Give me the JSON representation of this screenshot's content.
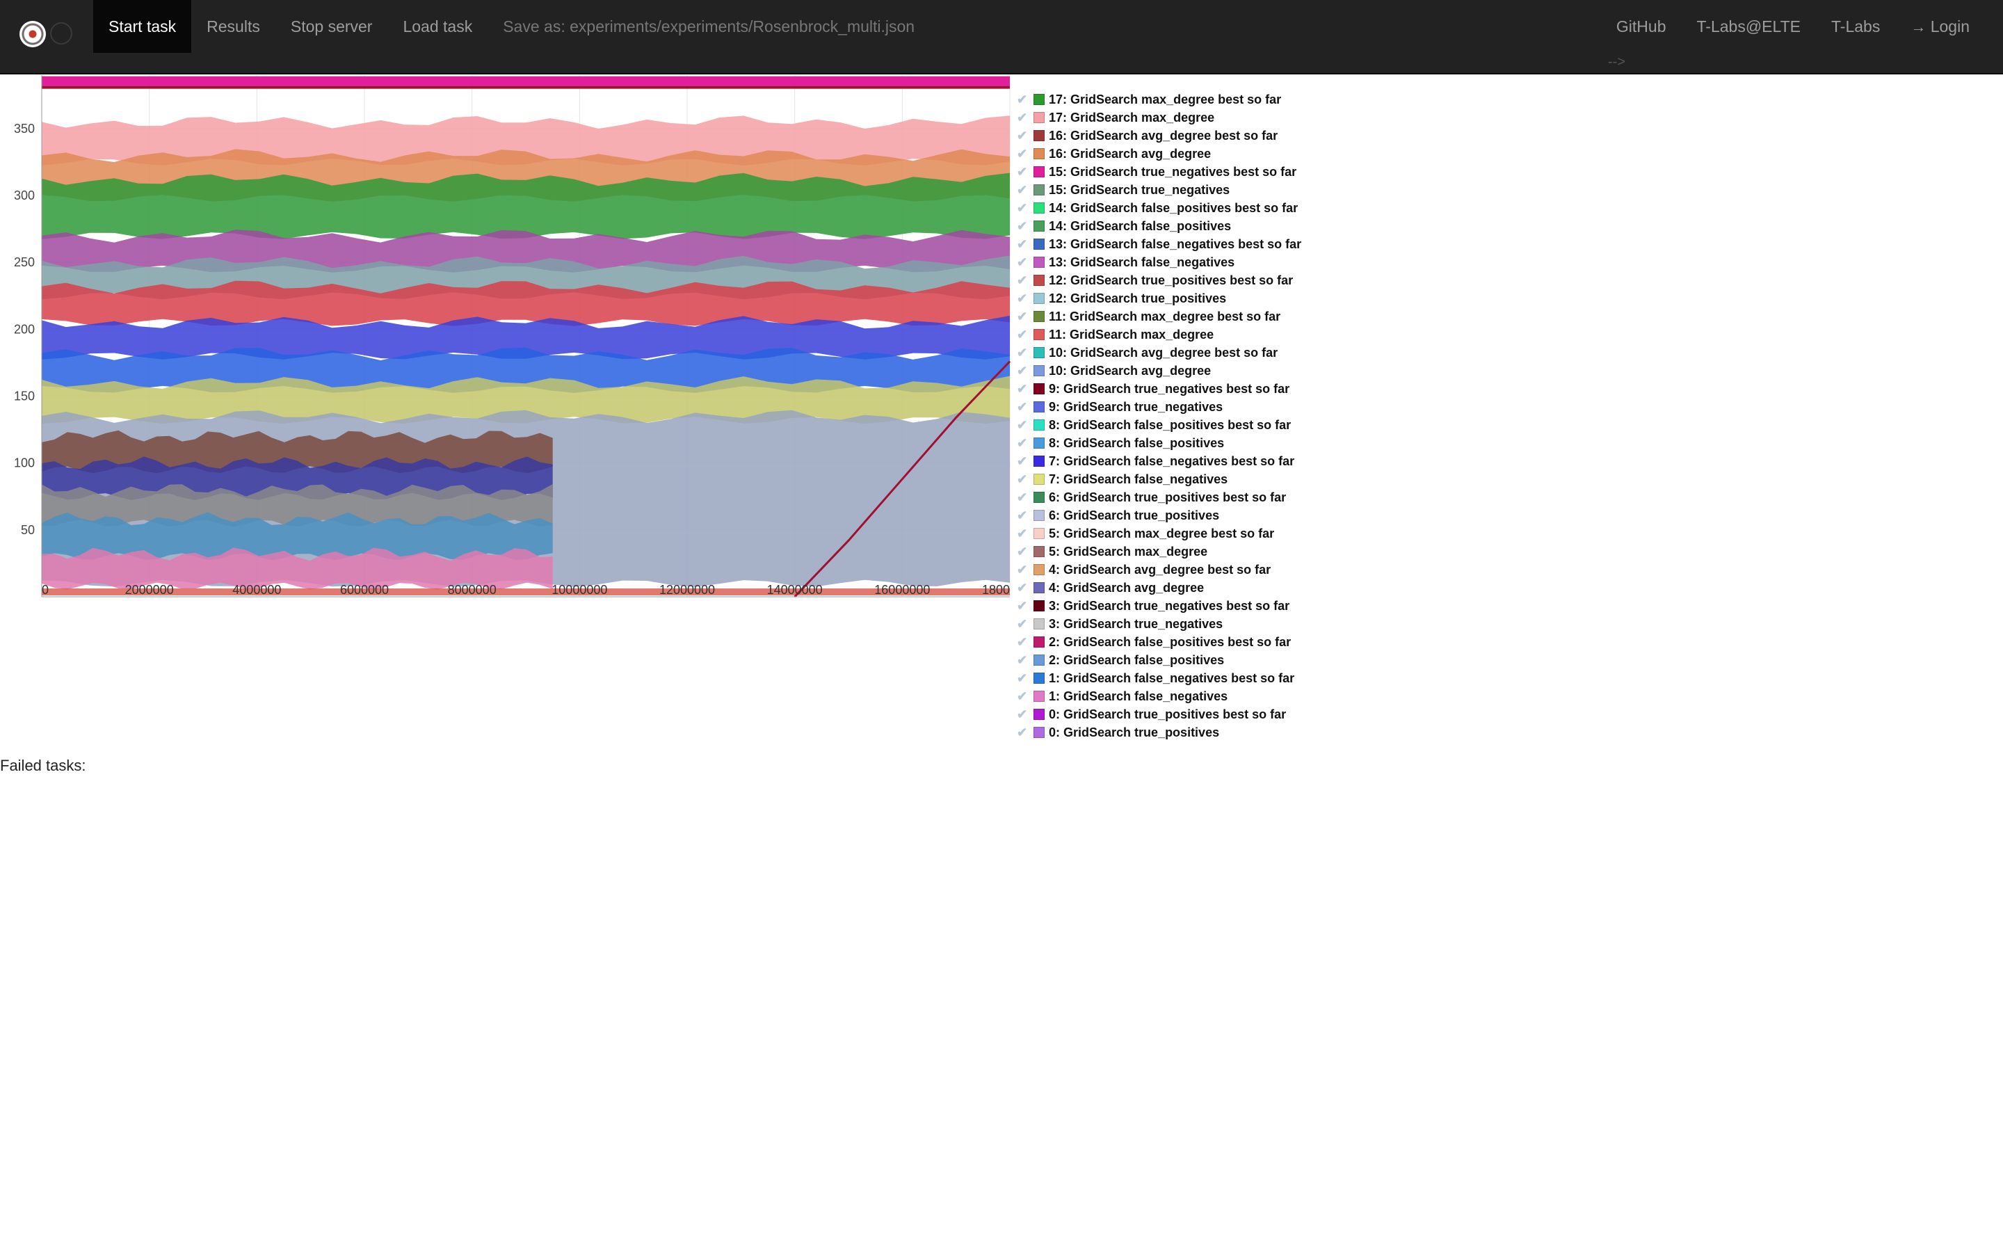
{
  "navbar": {
    "items": [
      {
        "label": "Start task",
        "active": true
      },
      {
        "label": "Results"
      },
      {
        "label": "Stop server"
      },
      {
        "label": "Load task"
      }
    ],
    "save_as": "Save as: experiments/experiments/Rosenbrock_multi.json",
    "right_items": [
      {
        "label": "GitHub"
      },
      {
        "label": "T-Labs@ELTE"
      },
      {
        "label": "T-Labs"
      },
      {
        "label": "Login",
        "icon": "login-icon"
      }
    ],
    "stray_text": "-->"
  },
  "chart_data": {
    "type": "area",
    "x_ticks": [
      "0",
      "2000000",
      "4000000",
      "6000000",
      "8000000",
      "10000000",
      "12000000",
      "14000000",
      "16000000",
      "1800"
    ],
    "y_ticks": [
      "50",
      "100",
      "150",
      "200",
      "250",
      "300",
      "350"
    ],
    "xlim": [
      0,
      18000000
    ],
    "ylim": [
      0,
      390
    ],
    "grid": true,
    "legend_placement": "right",
    "bands": [
      {
        "from": 325,
        "to": 355,
        "color": "#f4a0a4"
      },
      {
        "from": 298,
        "to": 330,
        "color": "#e08a55"
      },
      {
        "from": 270,
        "to": 312,
        "color": "#2f9a3a"
      },
      {
        "from": 245,
        "to": 270,
        "color": "#a04aa0"
      },
      {
        "from": 225,
        "to": 250,
        "color": "#7fa0a8"
      },
      {
        "from": 205,
        "to": 232,
        "color": "#d83f4a"
      },
      {
        "from": 180,
        "to": 205,
        "color": "#3a3fd8"
      },
      {
        "from": 155,
        "to": 182,
        "color": "#2860e0"
      },
      {
        "from": 132,
        "to": 160,
        "color": "#c3c66a"
      },
      {
        "from": 10,
        "to": 135,
        "color": "#98a4c0"
      }
    ],
    "left_blocks": [
      {
        "from": 95,
        "to": 120,
        "color": "#7a4a40"
      },
      {
        "from": 75,
        "to": 100,
        "color": "#3a3aa0"
      },
      {
        "from": 55,
        "to": 80,
        "color": "#888888"
      },
      {
        "from": 30,
        "to": 58,
        "color": "#4a90c0"
      },
      {
        "from": 8,
        "to": 32,
        "color": "#e07ab0"
      }
    ],
    "left_block_end_x": 9500000,
    "top_band": {
      "y": 385,
      "color": "#e0209a"
    },
    "curve": {
      "x": [
        14000000,
        15000000,
        16000000,
        17000000,
        18000000
      ],
      "y": [
        0,
        42,
        88,
        134,
        176
      ],
      "color": "#a01030"
    },
    "legend": [
      {
        "label": "17: GridSearch max_degree best so far",
        "color": "#2e9a2e"
      },
      {
        "label": "17: GridSearch max_degree",
        "color": "#f4a0a4"
      },
      {
        "label": "16: GridSearch avg_degree best so far",
        "color": "#a03a3a"
      },
      {
        "label": "16: GridSearch avg_degree",
        "color": "#e08a55"
      },
      {
        "label": "15: GridSearch true_negatives best so far",
        "color": "#e0209a"
      },
      {
        "label": "15: GridSearch true_negatives",
        "color": "#6a9a78"
      },
      {
        "label": "14: GridSearch false_positives best so far",
        "color": "#2ae07a"
      },
      {
        "label": "14: GridSearch false_positives",
        "color": "#4aa05a"
      },
      {
        "label": "13: GridSearch false_negatives best so far",
        "color": "#3a6ac0"
      },
      {
        "label": "13: GridSearch false_negatives",
        "color": "#c05ac0"
      },
      {
        "label": "12: GridSearch true_positives best so far",
        "color": "#c04a4a"
      },
      {
        "label": "12: GridSearch true_positives",
        "color": "#98c8d8"
      },
      {
        "label": "11: GridSearch max_degree best so far",
        "color": "#6a8a3a"
      },
      {
        "label": "11: GridSearch max_degree",
        "color": "#e05a5a"
      },
      {
        "label": "10: GridSearch avg_degree best so far",
        "color": "#2ac0b8"
      },
      {
        "label": "10: GridSearch avg_degree",
        "color": "#7a9ae0"
      },
      {
        "label": "9: GridSearch true_negatives best so far",
        "color": "#800020"
      },
      {
        "label": "9: GridSearch true_negatives",
        "color": "#5a6ae0"
      },
      {
        "label": "8: GridSearch false_positives best so far",
        "color": "#2ae0c0"
      },
      {
        "label": "8: GridSearch false_positives",
        "color": "#4a9ae0"
      },
      {
        "label": "7: GridSearch false_negatives best so far",
        "color": "#3a2ae0"
      },
      {
        "label": "7: GridSearch false_negatives",
        "color": "#e0e07a"
      },
      {
        "label": "6: GridSearch true_positives best so far",
        "color": "#3a8a5a"
      },
      {
        "label": "6: GridSearch true_positives",
        "color": "#b8c0e0"
      },
      {
        "label": "5: GridSearch max_degree best so far",
        "color": "#f8d0c8"
      },
      {
        "label": "5: GridSearch max_degree",
        "color": "#a06a6a"
      },
      {
        "label": "4: GridSearch avg_degree best so far",
        "color": "#e0a06a"
      },
      {
        "label": "4: GridSearch avg_degree",
        "color": "#6a6ab8"
      },
      {
        "label": "3: GridSearch true_negatives best so far",
        "color": "#600010"
      },
      {
        "label": "3: GridSearch true_negatives",
        "color": "#c8c8c8"
      },
      {
        "label": "2: GridSearch false_positives best so far",
        "color": "#c01a6a"
      },
      {
        "label": "2: GridSearch false_positives",
        "color": "#6a9ad8"
      },
      {
        "label": "1: GridSearch false_negatives best so far",
        "color": "#2a7ad8"
      },
      {
        "label": "1: GridSearch false_negatives",
        "color": "#e07ac8"
      },
      {
        "label": "0: GridSearch true_positives best so far",
        "color": "#b01ad0"
      },
      {
        "label": "0: GridSearch true_positives",
        "color": "#b06ae0"
      }
    ]
  },
  "failed_tasks_label": "Failed tasks:"
}
